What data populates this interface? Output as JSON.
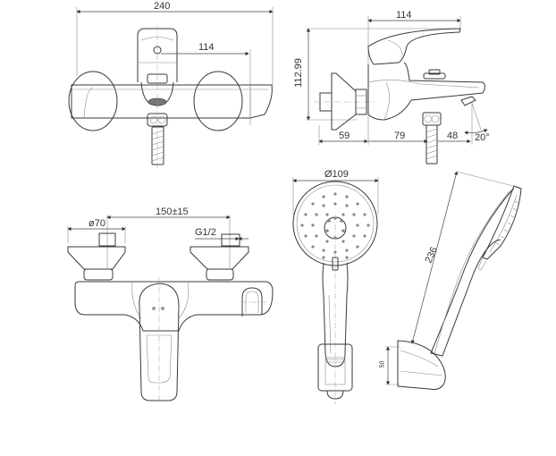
{
  "drawing": {
    "subject": "Wall-mounted bath/shower mixer with hand shower and holder",
    "line_color": "#3a3a3a",
    "background": "#ffffff"
  },
  "views": {
    "top_view": {
      "dims": {
        "overall_width": "240",
        "spout_offset": "114"
      }
    },
    "side_view": {
      "dims": {
        "lever_length": "114",
        "height": "112.99",
        "wall_to_body": "59",
        "body_to_outlet": "79",
        "outlet_to_spout": "48",
        "spout_angle": "20°"
      }
    },
    "front_view": {
      "dims": {
        "centre_distance": "150±15",
        "escutcheon_diameter": "ø70",
        "connection_thread": "G1/2"
      }
    },
    "hand_shower_front": {
      "dims": {
        "head_diameter": "Ø109"
      }
    },
    "hand_shower_side": {
      "dims": {
        "length": "236",
        "holder_height": "50"
      }
    }
  }
}
